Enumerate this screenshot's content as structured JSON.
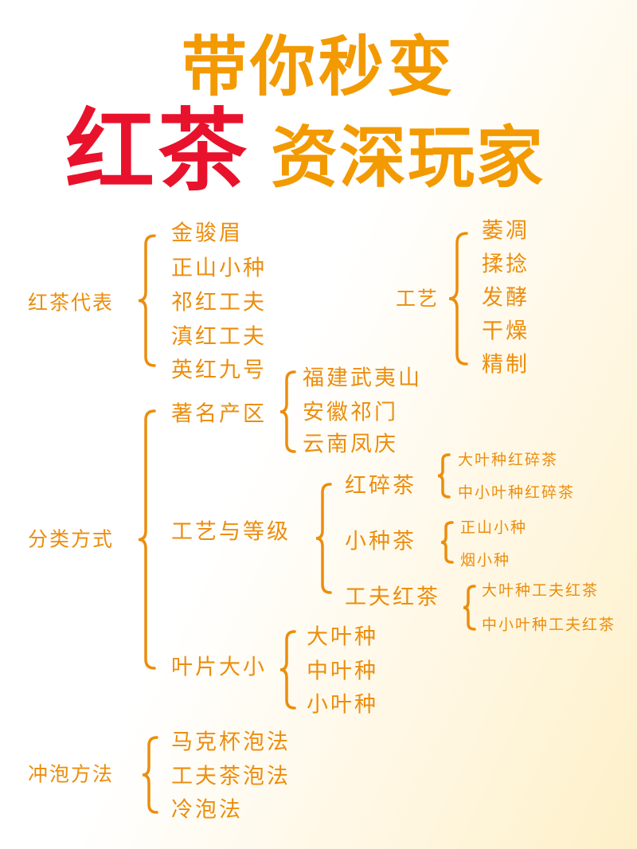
{
  "title": {
    "line1": "带你秒变",
    "highlight": "红茶",
    "line2_rest": "资深玩家"
  },
  "colors": {
    "orange": "#f39a00",
    "red": "#e8122c",
    "text": "#ec8d0c"
  },
  "representatives": {
    "label": "红茶代表",
    "items": [
      "金骏眉",
      "正山小种",
      "祁红工夫",
      "滇红工夫",
      "英红九号"
    ]
  },
  "process": {
    "label": "工艺",
    "items": [
      "萎凋",
      "揉捻",
      "发酵",
      "干燥",
      "精制"
    ]
  },
  "classification": {
    "label": "分类方式",
    "regions": {
      "label": "著名产区",
      "items": [
        "福建武夷山",
        "安徽祁门",
        "云南凤庆"
      ]
    },
    "grades": {
      "label": "工艺与等级",
      "groups": [
        {
          "label": "红碎茶",
          "items": [
            "大叶种红碎茶",
            "中小叶种红碎茶"
          ]
        },
        {
          "label": "小种茶",
          "items": [
            "正山小种",
            "烟小种"
          ]
        },
        {
          "label": "工夫红茶",
          "items": [
            "大叶种工夫红茶",
            "中小叶种工夫红茶"
          ]
        }
      ]
    },
    "leaf_size": {
      "label": "叶片大小",
      "items": [
        "大叶种",
        "中叶种",
        "小叶种"
      ]
    }
  },
  "brewing": {
    "label": "冲泡方法",
    "items": [
      "马克杯泡法",
      "工夫茶泡法",
      "冷泡法"
    ]
  }
}
